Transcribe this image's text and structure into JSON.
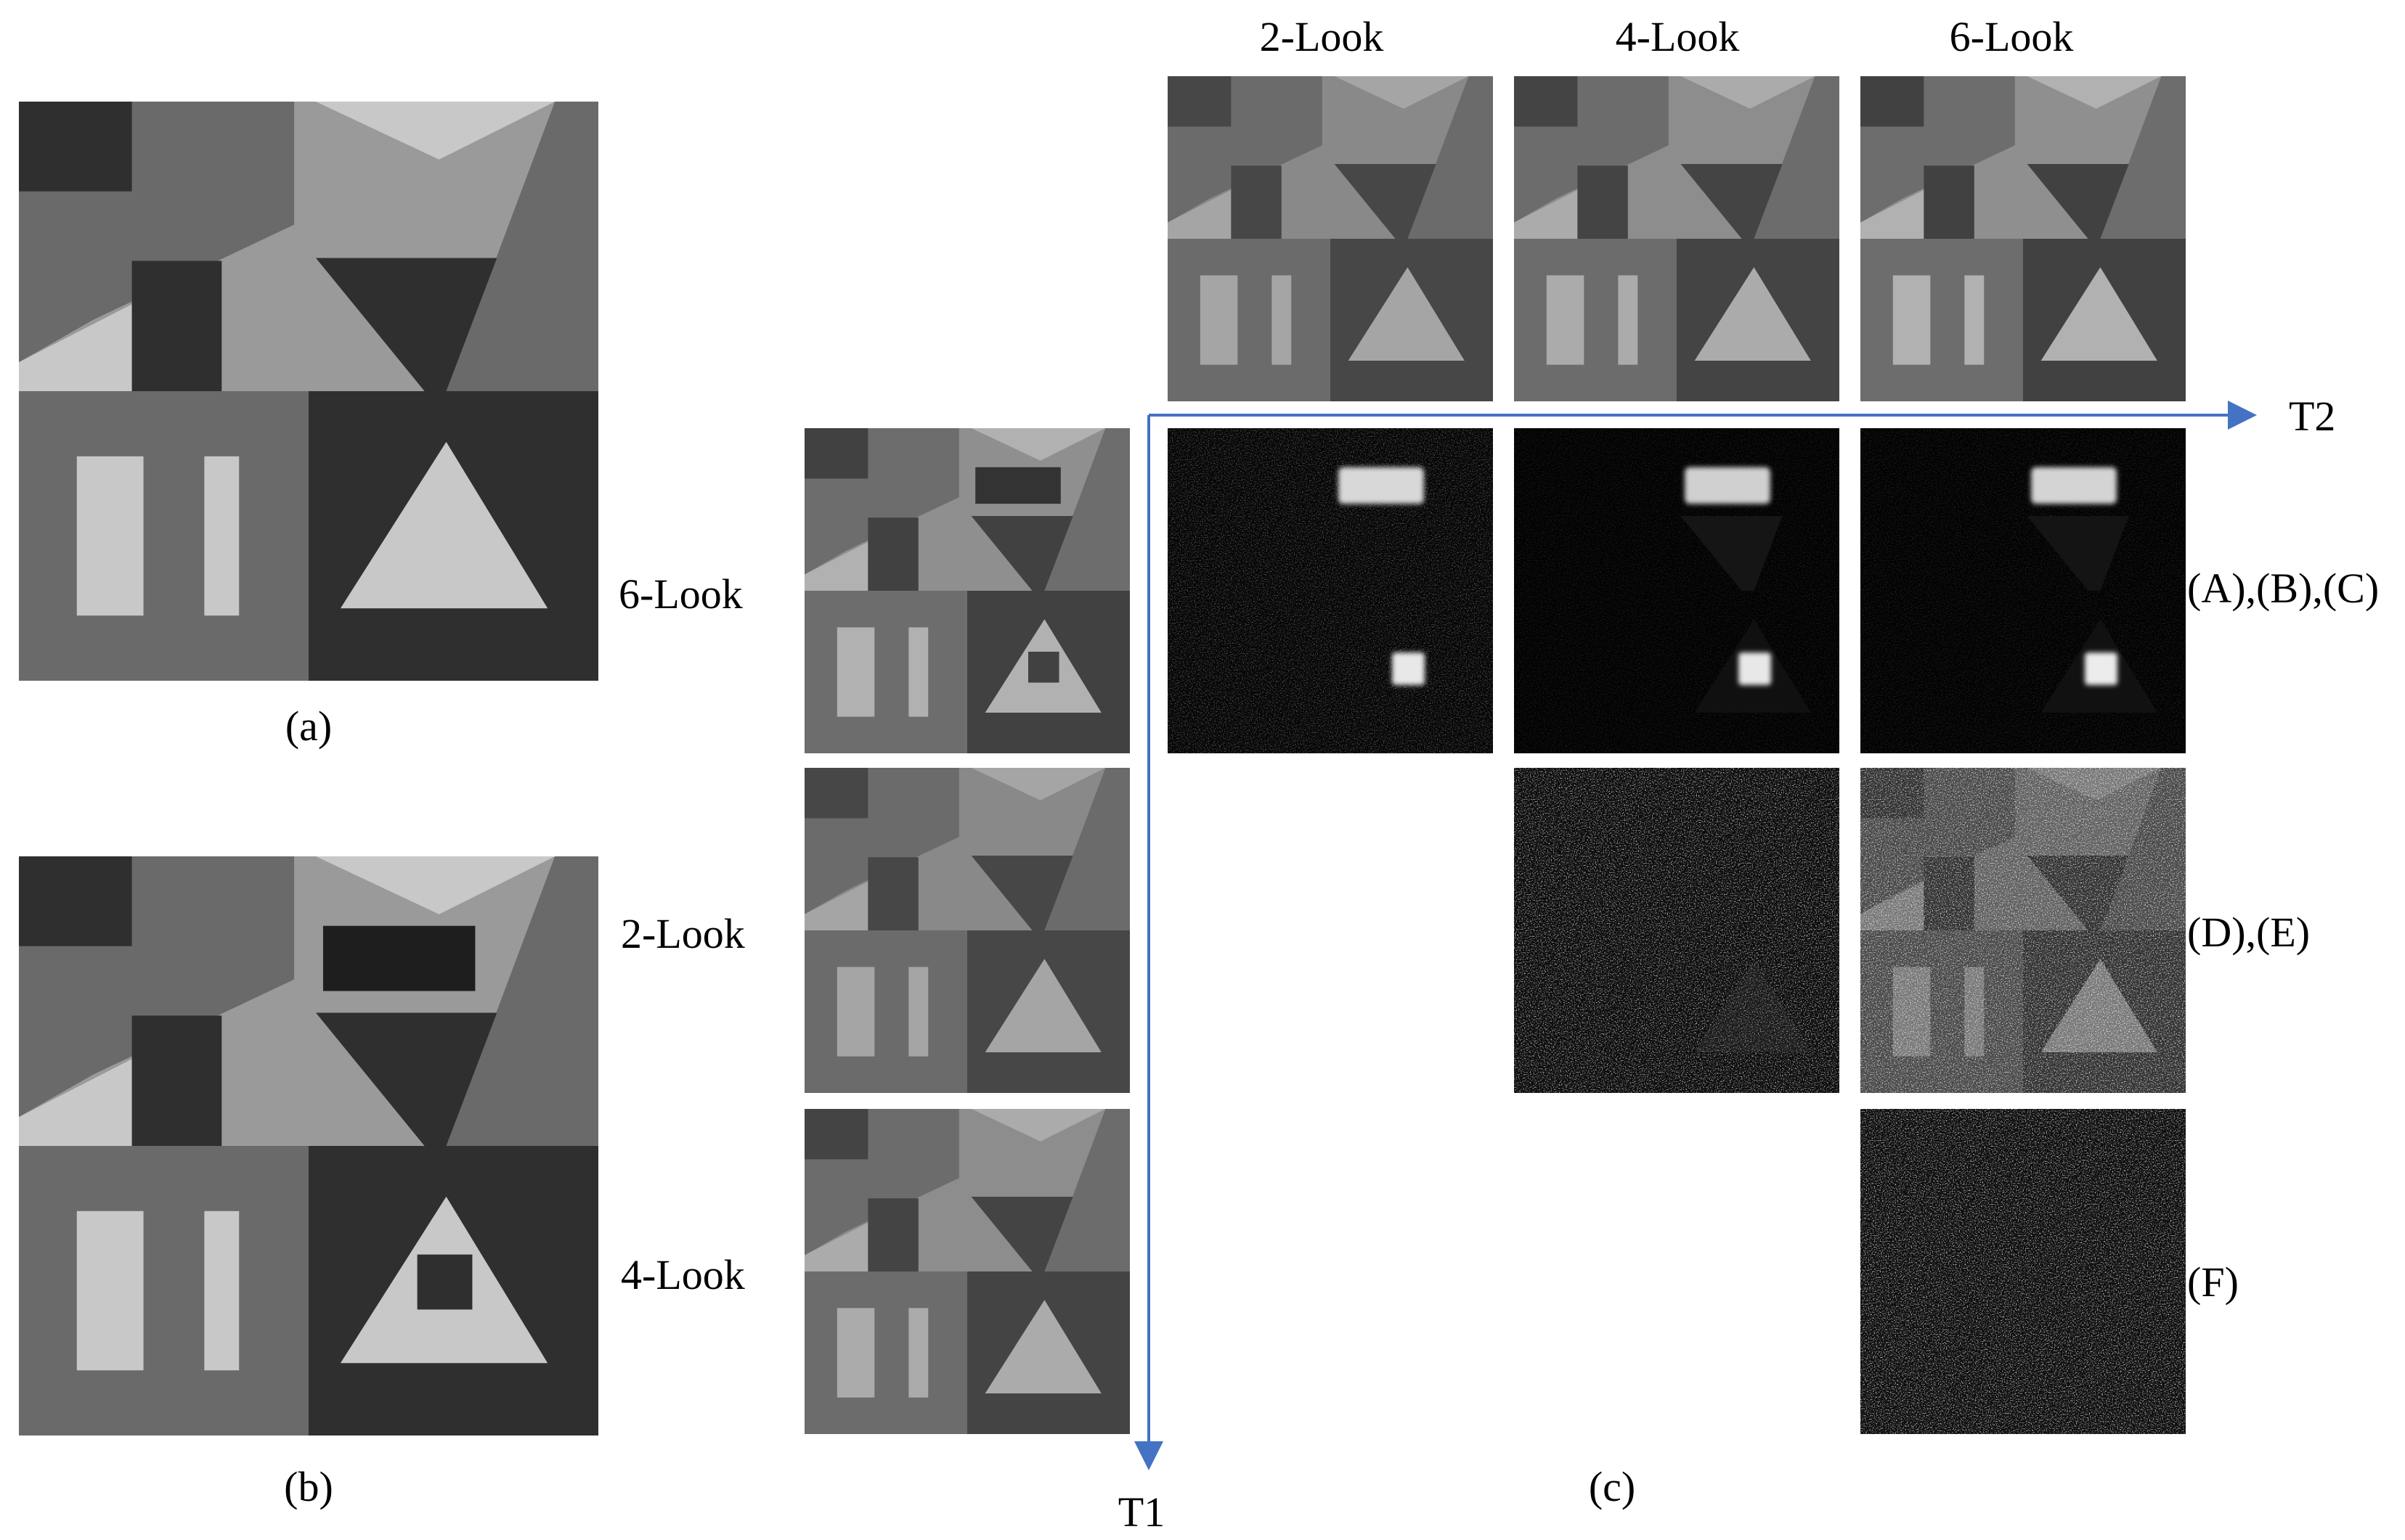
{
  "figure": {
    "caption_a": "(a)",
    "caption_b": "(b)",
    "caption_c": "(c)",
    "column_headers": [
      "2-Look",
      "4-Look",
      "6-Look"
    ],
    "row_labels": [
      "6-Look",
      "2-Look",
      "4-Look"
    ],
    "axis_t1": "T1",
    "axis_t2": "T2",
    "right_labels": [
      "(A),(B),(C)",
      "(D),(E)",
      "(F)"
    ],
    "axis_color": "#4472c4"
  }
}
